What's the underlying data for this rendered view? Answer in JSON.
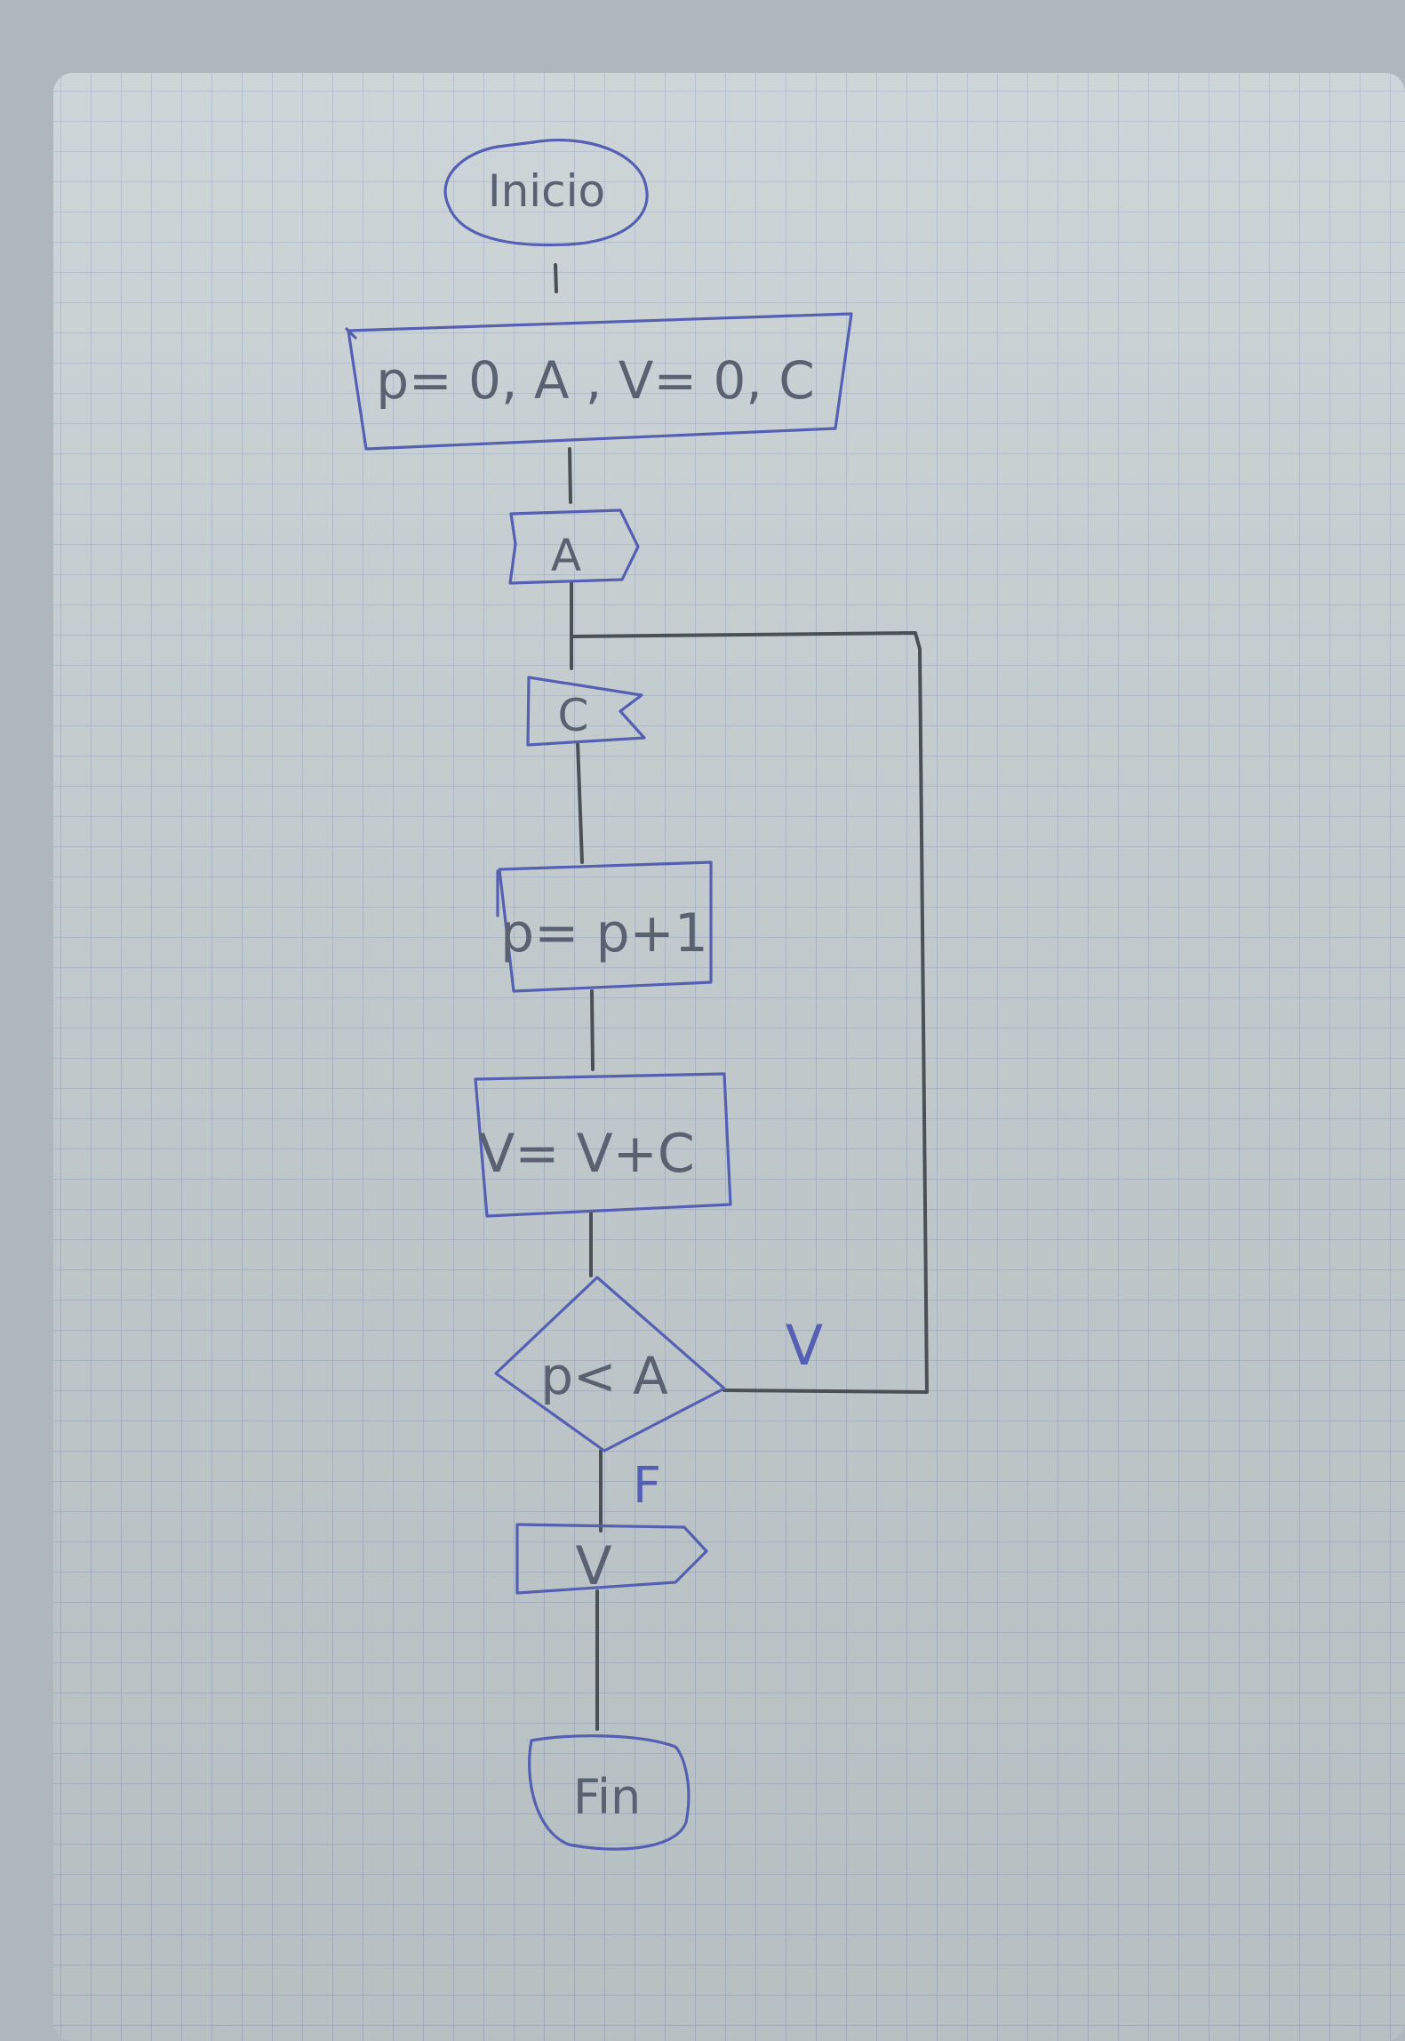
{
  "flowchart": {
    "start": "Inicio",
    "init": "p= 0, A , V= 0, C",
    "input_a": "A",
    "input_c": "C",
    "step_p": "p= p+1",
    "step_v": "V= V+C",
    "decision": "p< A",
    "true_label": "V",
    "false_label": "F",
    "output": "V",
    "end": "Fin"
  },
  "colors": {
    "paper": "#b9c3c7",
    "grid": "#7d92b6",
    "shape_ink": "#5560b3",
    "line_ink": "#4b5055",
    "text_ink": "#5a6272"
  }
}
